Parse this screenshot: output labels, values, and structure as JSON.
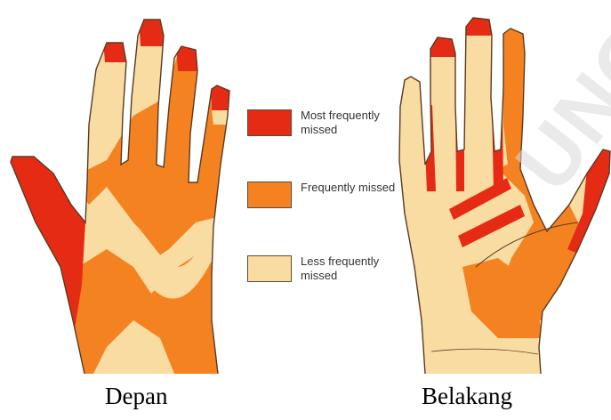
{
  "colors": {
    "most": "#e62b14",
    "frequent": "#f58220",
    "less": "#f8dca2",
    "outline": "#5a3a22"
  },
  "legend": [
    {
      "label": "Most frequently missed",
      "color_key": "most"
    },
    {
      "label": "Frequently missed",
      "color_key": "frequent"
    },
    {
      "label": "Less frequently missed",
      "color_key": "less"
    }
  ],
  "captions": {
    "front": "Depan",
    "back": "Belakang"
  },
  "watermark": "UNG"
}
